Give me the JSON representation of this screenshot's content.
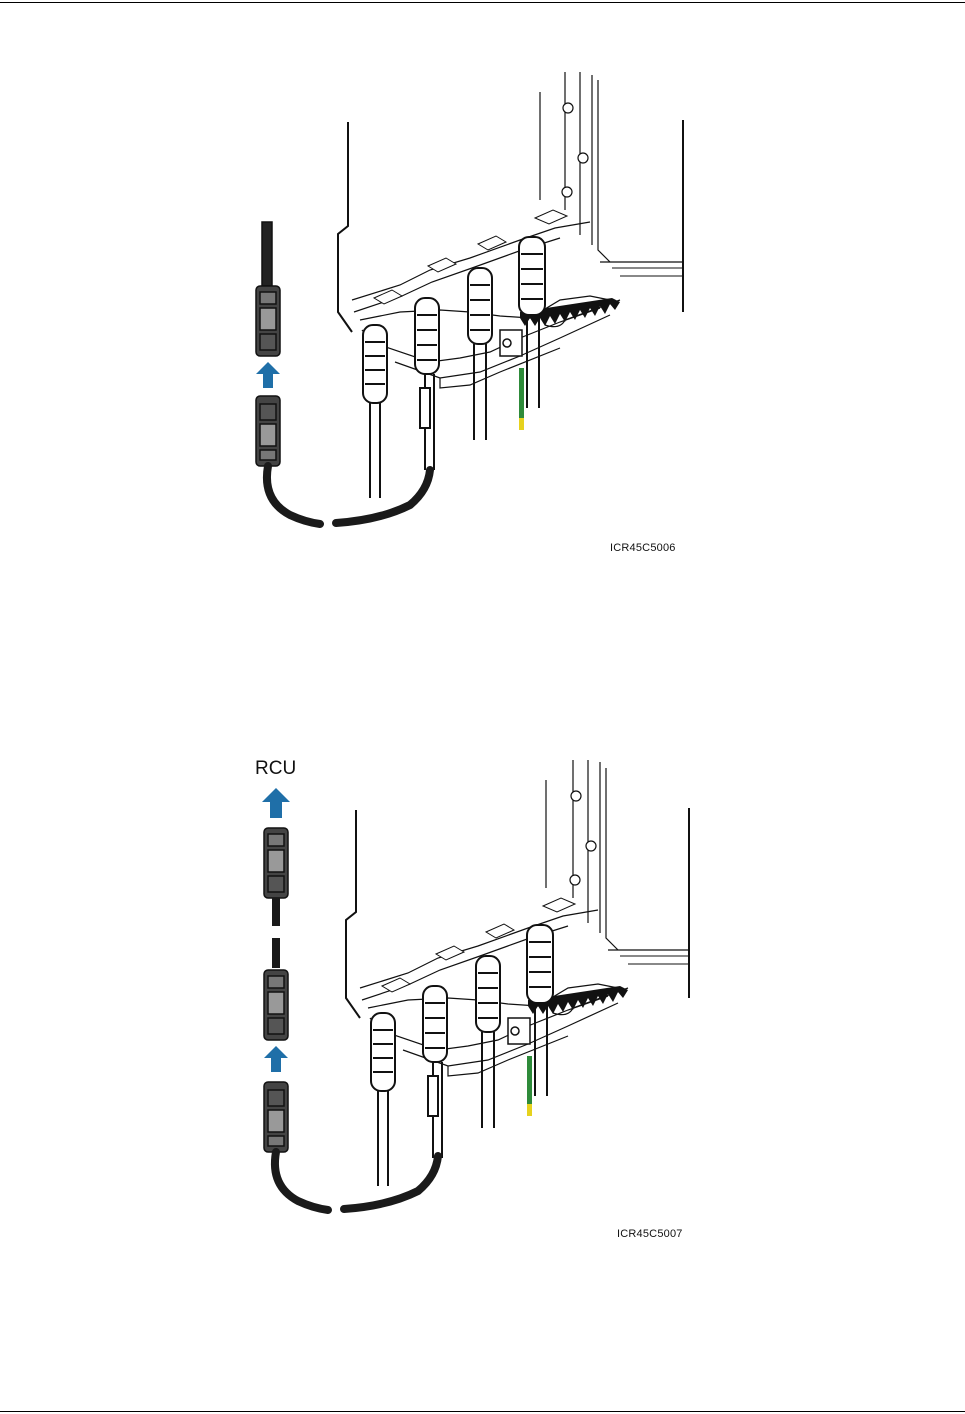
{
  "figures": [
    {
      "code": "ICR45C5006",
      "arrow_color": "#1f6fa8",
      "ground_wire_colors": [
        "#2e8b3a",
        "#e6d21e"
      ]
    },
    {
      "code": "ICR45C5007",
      "callout": "RCU",
      "arrow_color": "#1f6fa8",
      "ground_wire_colors": [
        "#2e8b3a",
        "#e6d21e"
      ]
    }
  ]
}
